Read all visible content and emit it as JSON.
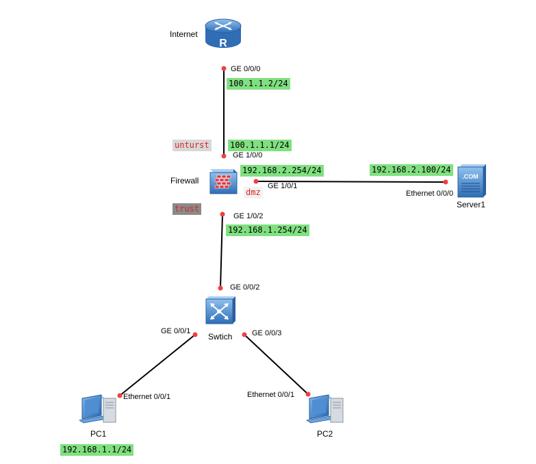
{
  "devices": {
    "internet": {
      "label": "Internet",
      "icon": "router-icon"
    },
    "firewall": {
      "label": "Firewall",
      "icon": "firewall-icon"
    },
    "server": {
      "label": "Server1",
      "icon": "server-icon",
      "badge": ".COM"
    },
    "switch": {
      "label": "Swtich",
      "icon": "switch-icon"
    },
    "pc1": {
      "label": "PC1",
      "icon": "pc-icon"
    },
    "pc2": {
      "label": "PC2",
      "icon": "pc-icon"
    }
  },
  "ports": {
    "internet_ge000": "GE 0/0/0",
    "fw_ge100": "GE 1/0/0",
    "fw_ge101": "GE 1/0/1",
    "fw_ge102": "GE 1/0/2",
    "server_eth": "Ethernet 0/0/0",
    "sw_ge002": "GE 0/0/2",
    "sw_ge001": "GE 0/0/1",
    "sw_ge003": "GE 0/0/3",
    "pc1_eth": "Ethernet 0/0/1",
    "pc2_eth": "Ethernet 0/0/1"
  },
  "addresses": {
    "internet": "100.1.1.2/24",
    "fw_untrust": "100.1.1.1/24",
    "fw_dmz": "192.168.2.254/24",
    "server": "192.168.2.100/24",
    "fw_trust": "192.168.1.254/24",
    "pc1": "192.168.1.1/24"
  },
  "zones": {
    "untrust": "unturst",
    "dmz": "dmz",
    "trust": "trust"
  },
  "colors": {
    "ip_highlight": "#80e080",
    "zone_text": "#e02020",
    "port_dot": "#f04040",
    "link": "#000000",
    "device_blue": "#3f7fc4"
  }
}
